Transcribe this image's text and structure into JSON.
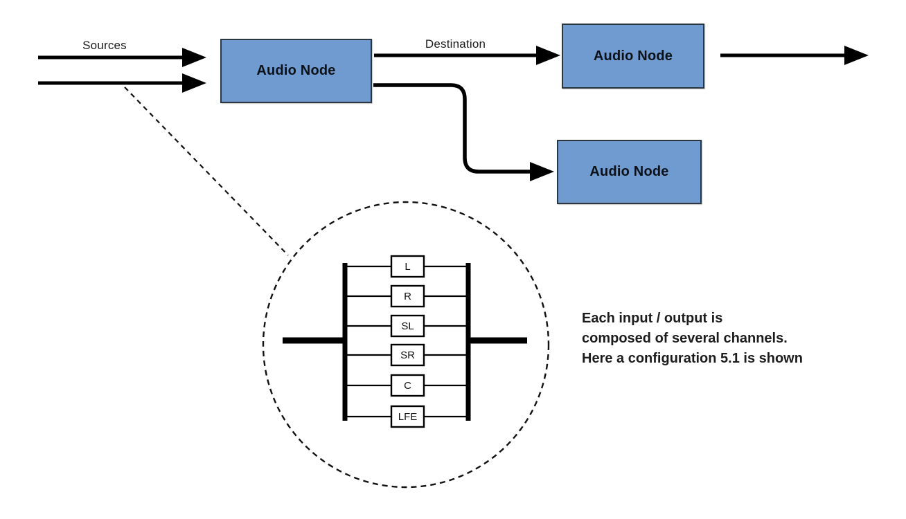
{
  "diagram": {
    "labels": {
      "sources": "Sources",
      "destination": "Destination"
    },
    "nodes": [
      {
        "label": "Audio Node"
      },
      {
        "label": "Audio Node"
      },
      {
        "label": "Audio Node"
      }
    ],
    "channels": {
      "items": [
        {
          "label": "L"
        },
        {
          "label": "R"
        },
        {
          "label": "SL"
        },
        {
          "label": "SR"
        },
        {
          "label": "C"
        },
        {
          "label": "LFE"
        }
      ]
    },
    "note": {
      "lines": [
        "Each input / output is",
        "composed of several channels.",
        "Here a configuration 5.1 is shown"
      ]
    },
    "colors": {
      "node_fill": "#6f9bd1",
      "node_border": "#2b3640",
      "line": "#000000"
    }
  }
}
